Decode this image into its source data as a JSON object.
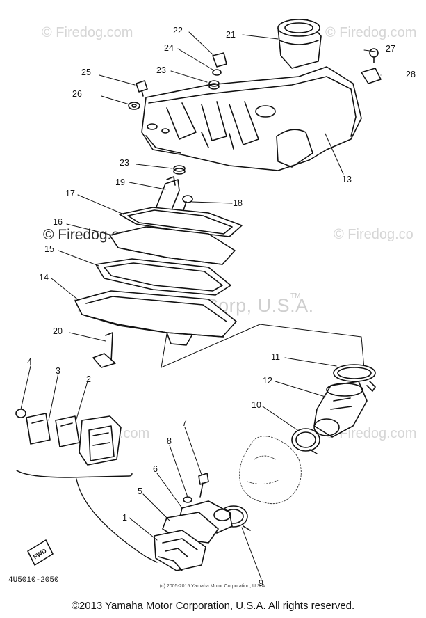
{
  "watermarks": {
    "top_left": "© Firedog.com",
    "top_right": "© Firedog.com",
    "mid_left": "© Firedog.com",
    "mid_right": "© Firedog.co",
    "center": "Yamaha Motor Corp, U.S.A.",
    "center_tm": "TM",
    "lower_left": ".com",
    "lower_right": "© Firedog.com"
  },
  "callouts": {
    "c1": "1",
    "c2": "2",
    "c3": "3",
    "c4": "4",
    "c5": "5",
    "c6": "6",
    "c7": "7",
    "c8": "8",
    "c9": "9",
    "c10": "10",
    "c11": "11",
    "c12": "12",
    "c13": "13",
    "c14": "14",
    "c15": "15",
    "c16": "16",
    "c17": "17",
    "c18": "18",
    "c19": "19",
    "c20": "20",
    "c21": "21",
    "c22": "22",
    "c23a": "23",
    "c23b": "23",
    "c24": "24",
    "c25": "25",
    "c26": "26",
    "c27": "27",
    "c28": "28"
  },
  "fwd_label": "FWD",
  "part_code": "4U5010-2050",
  "copyright_small": "(c) 2005-2015 Yamaha Motor Corporation, U.S.A.",
  "copyright": "©2013 Yamaha Motor Corporation, U.S.A. All rights reserved."
}
